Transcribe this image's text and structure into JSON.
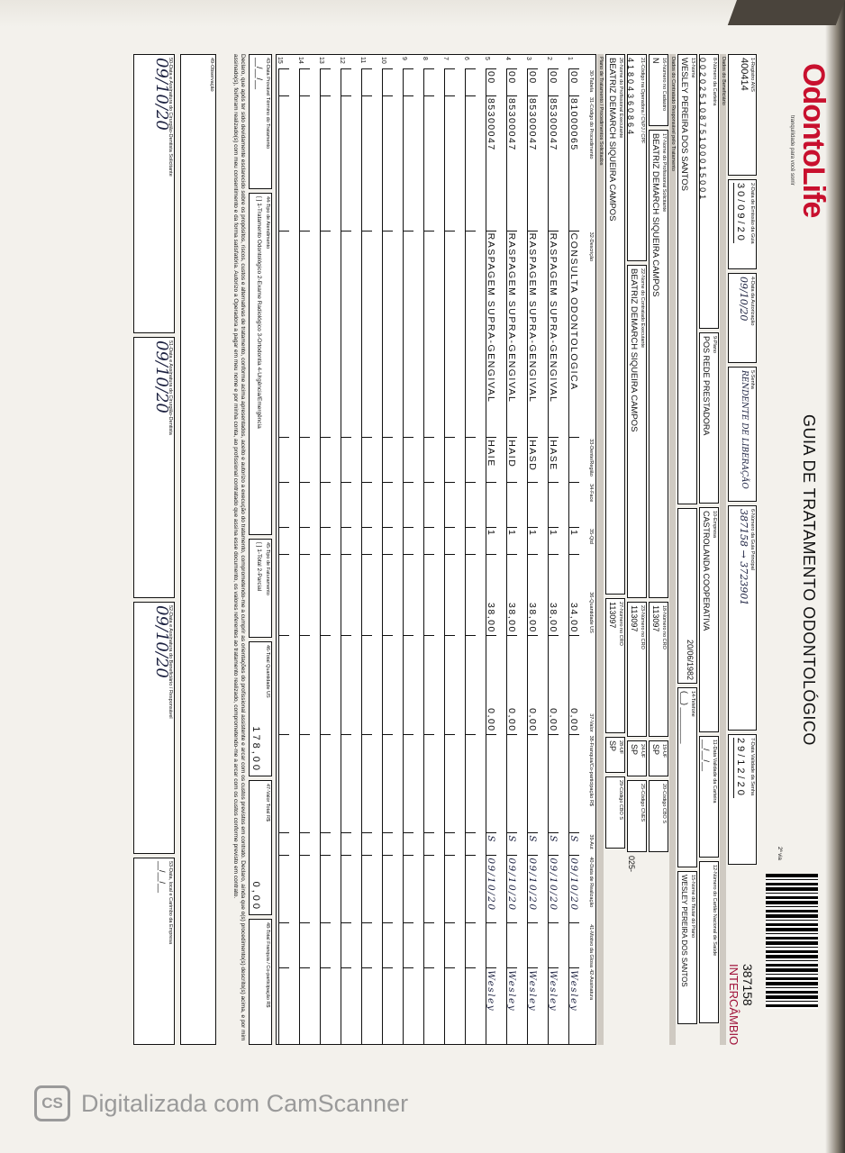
{
  "header": {
    "logo": "OdontoLife",
    "tagline": "tranquilidade para você sorrir",
    "title": "GUIA DE TRATAMENTO ODONTOLÓGICO",
    "via": "2ª via",
    "guide_number": "387158",
    "intercambio": "INTERCÂMBIO"
  },
  "row_a": [
    {
      "label": "1-Registro ANS",
      "value": "400414"
    },
    {
      "label": "2-Data de Emissão da Guia",
      "value": "30/09/20"
    },
    {
      "label": "4-Data da Autorização",
      "value": "09/10/20"
    },
    {
      "label": "5-Senha",
      "value": "RENDENTE DE LIBERAÇÃO"
    },
    {
      "label": "6-Número da Guia Principal",
      "value": "387158 → 3723901"
    },
    {
      "label": "7-Data Validade da Senha",
      "value": "29/12/20"
    }
  ],
  "sections": {
    "beneficiario": "Dados do Beneficiário",
    "contratado": "Dados do Contratado Responsável pelo Tratamento",
    "plano": "Plano de Tratamento / Procedimentos Solicitados"
  },
  "row_b": [
    {
      "label": "8-Número da Carteira",
      "value": "00202510875100015001"
    },
    {
      "label": "9-Plano",
      "value": "POS REDE PRESTADORA"
    },
    {
      "label": "10-Empresa",
      "value": "CASTROLANDA COOPERATIVA"
    },
    {
      "label": "11-Data Validade da Carteira",
      "value": "__/__/__"
    },
    {
      "label": "12-Número do Cartão Nacional de Saúde",
      "value": ""
    }
  ],
  "row_c": [
    {
      "label": "13-Nome",
      "value": "WESLEY PEREIRA DOS SANTOS"
    },
    {
      "label": "",
      "value": "20/06/1982"
    },
    {
      "label": "14-Telefone",
      "value": "(__) ________"
    },
    {
      "label": "15-Nome do Titular do Plano",
      "value": "WESLEY PEREIRA DOS SANTOS"
    }
  ],
  "row_d": [
    {
      "label": "16-Número no Cadastro",
      "value": "N"
    },
    {
      "label": "17-Nome do Profissional Solicitante",
      "value": "BEATRIZ DEMARCH SIQUEIRA CAMPOS"
    },
    {
      "label": "18-Número no CRO",
      "value": "113097"
    },
    {
      "label": "19-UF",
      "value": "SP"
    },
    {
      "label": "20-Código CBO S",
      "value": ""
    }
  ],
  "row_e": [
    {
      "label": "21-Código na Operadora / CNPJ / CPF",
      "value": "41804360864"
    },
    {
      "label": "22-Nome do Contratado Executante",
      "value": "BEATRIZ DEMARCH SIQUEIRA CAMPOS"
    },
    {
      "label": "23-Número no CRO",
      "value": "113097"
    },
    {
      "label": "24-UF",
      "value": "SP"
    },
    {
      "label": "25-Código CNES",
      "value": ""
    }
  ],
  "cnes_note": "025-",
  "row_f": [
    {
      "label": "26-Nome do Profissional Executante",
      "value": "BEATRIZ DEMARCH SIQUEIRA CAMPOS"
    },
    {
      "label": "27-Número no CRO",
      "value": "113097"
    },
    {
      "label": "28-UF",
      "value": "SP"
    },
    {
      "label": "29-Código CBO S",
      "value": ""
    }
  ],
  "table": {
    "headers": [
      "",
      "30-Tabela",
      "31-Código do Procedimento",
      "32-Descrição",
      "33-Dente/Região",
      "34-Face",
      "35-Qtd",
      "36-Quantidade US",
      "37-Valor",
      "38-Franquia/Co-participação R$",
      "39-Aut",
      "40-Data de Realização",
      "41-Motivo da Glosa",
      "42-Assinatura"
    ],
    "rows": [
      {
        "n": "1",
        "tabela": "00",
        "codigo": "81000065",
        "descricao": "CONSULTA ODONTOLOGICA",
        "dente": "",
        "face": "",
        "qtd": "1",
        "us": "34,00",
        "valor": "0,00",
        "franquia": "",
        "aut": "S",
        "data": "09/10/20",
        "motivo": "",
        "assinatura": "Wesley"
      },
      {
        "n": "2",
        "tabela": "00",
        "codigo": "85300047",
        "descricao": "RASPAGEM SUPRA-GENGIVAL",
        "dente": "HASE",
        "face": "",
        "qtd": "1",
        "us": "38,00",
        "valor": "0,00",
        "franquia": "",
        "aut": "S",
        "data": "09/10/20",
        "motivo": "",
        "assinatura": "Wesley"
      },
      {
        "n": "3",
        "tabela": "00",
        "codigo": "85300047",
        "descricao": "RASPAGEM SUPRA-GENGIVAL",
        "dente": "HASD",
        "face": "",
        "qtd": "1",
        "us": "38,00",
        "valor": "0,00",
        "franquia": "",
        "aut": "S",
        "data": "09/10/20",
        "motivo": "",
        "assinatura": "Wesley"
      },
      {
        "n": "4",
        "tabela": "00",
        "codigo": "85300047",
        "descricao": "RASPAGEM SUPRA-GENGIVAL",
        "dente": "HAID",
        "face": "",
        "qtd": "1",
        "us": "38,00",
        "valor": "0,00",
        "franquia": "",
        "aut": "S",
        "data": "09/10/20",
        "motivo": "",
        "assinatura": "Wesley"
      },
      {
        "n": "5",
        "tabela": "00",
        "codigo": "85300047",
        "descricao": "RASPAGEM SUPRA-GENGIVAL",
        "dente": "HAIE",
        "face": "",
        "qtd": "1",
        "us": "38,00",
        "valor": "0,00",
        "franquia": "",
        "aut": "S",
        "data": "09/10/20",
        "motivo": "",
        "assinatura": "Wesley"
      },
      {
        "n": "6"
      },
      {
        "n": "7"
      },
      {
        "n": "8"
      },
      {
        "n": "9"
      },
      {
        "n": "10"
      },
      {
        "n": "11"
      },
      {
        "n": "12"
      },
      {
        "n": "13"
      },
      {
        "n": "14"
      },
      {
        "n": "15"
      }
    ]
  },
  "totals": [
    {
      "label": "43-Data Provável Término do Tratamento",
      "value": "__/__/__"
    },
    {
      "label": "44-Tipo de Atendimento",
      "value": "[ ] 1-Tratamento Odontológico  2-Exame Radiológico  3-Ortodontia  4-Urgência/Emergência"
    },
    {
      "label": "45-Tipo de Faturamento",
      "value": "[ ] 1-Total  2-Parcial"
    },
    {
      "label": "46-Total Quantidade US",
      "value": "178,00"
    },
    {
      "label": "47-Valor Total R$",
      "value": "0,00"
    },
    {
      "label": "48-Total Franquia / Co-participação R$",
      "value": ""
    }
  ],
  "declaration": "Declaro, que após ter sido devidamente esclarecido sobre os propósitos, riscos, custos e alternativas de tratamento, conforme acima apresentados, aceito e autorizo a execução do tratamento, comprometendo-me a cumprir as orientações do profissional assistente e arcar com os custos previstos em contrato. Declaro, ainda que o(s) procedimento(s) descrito(s) acima, e por mim assinado(s), foi/foram realizado(s) com meu consentimento e da forma satisfatória. Autorizo a Operadora a pagar em meu nome e por minha conta, ao profissional contratado que assina esse documento, os valores referentes ao tratamento realizado, comprometendo-me a arcar com os custos conforme previsto em contrato.",
  "observacao_label": "49-Observação",
  "signatures": [
    {
      "label": "50-Data e Assinatura do Cirurgião-Dentista Solicitante",
      "value": "09/10/20"
    },
    {
      "label": "51-Data e Assinatura do Cirurgião-Dentista",
      "value": "09/10/20"
    },
    {
      "label": "52-Data e Assinatura do Beneficiário / Responsável",
      "value": "09/10/20"
    },
    {
      "label": "53-Data, local e Carimbo da Empresa",
      "value": "__/__/__"
    }
  ],
  "footer": {
    "icon_text": "CS",
    "text": "Digitalizada com CamScanner"
  }
}
